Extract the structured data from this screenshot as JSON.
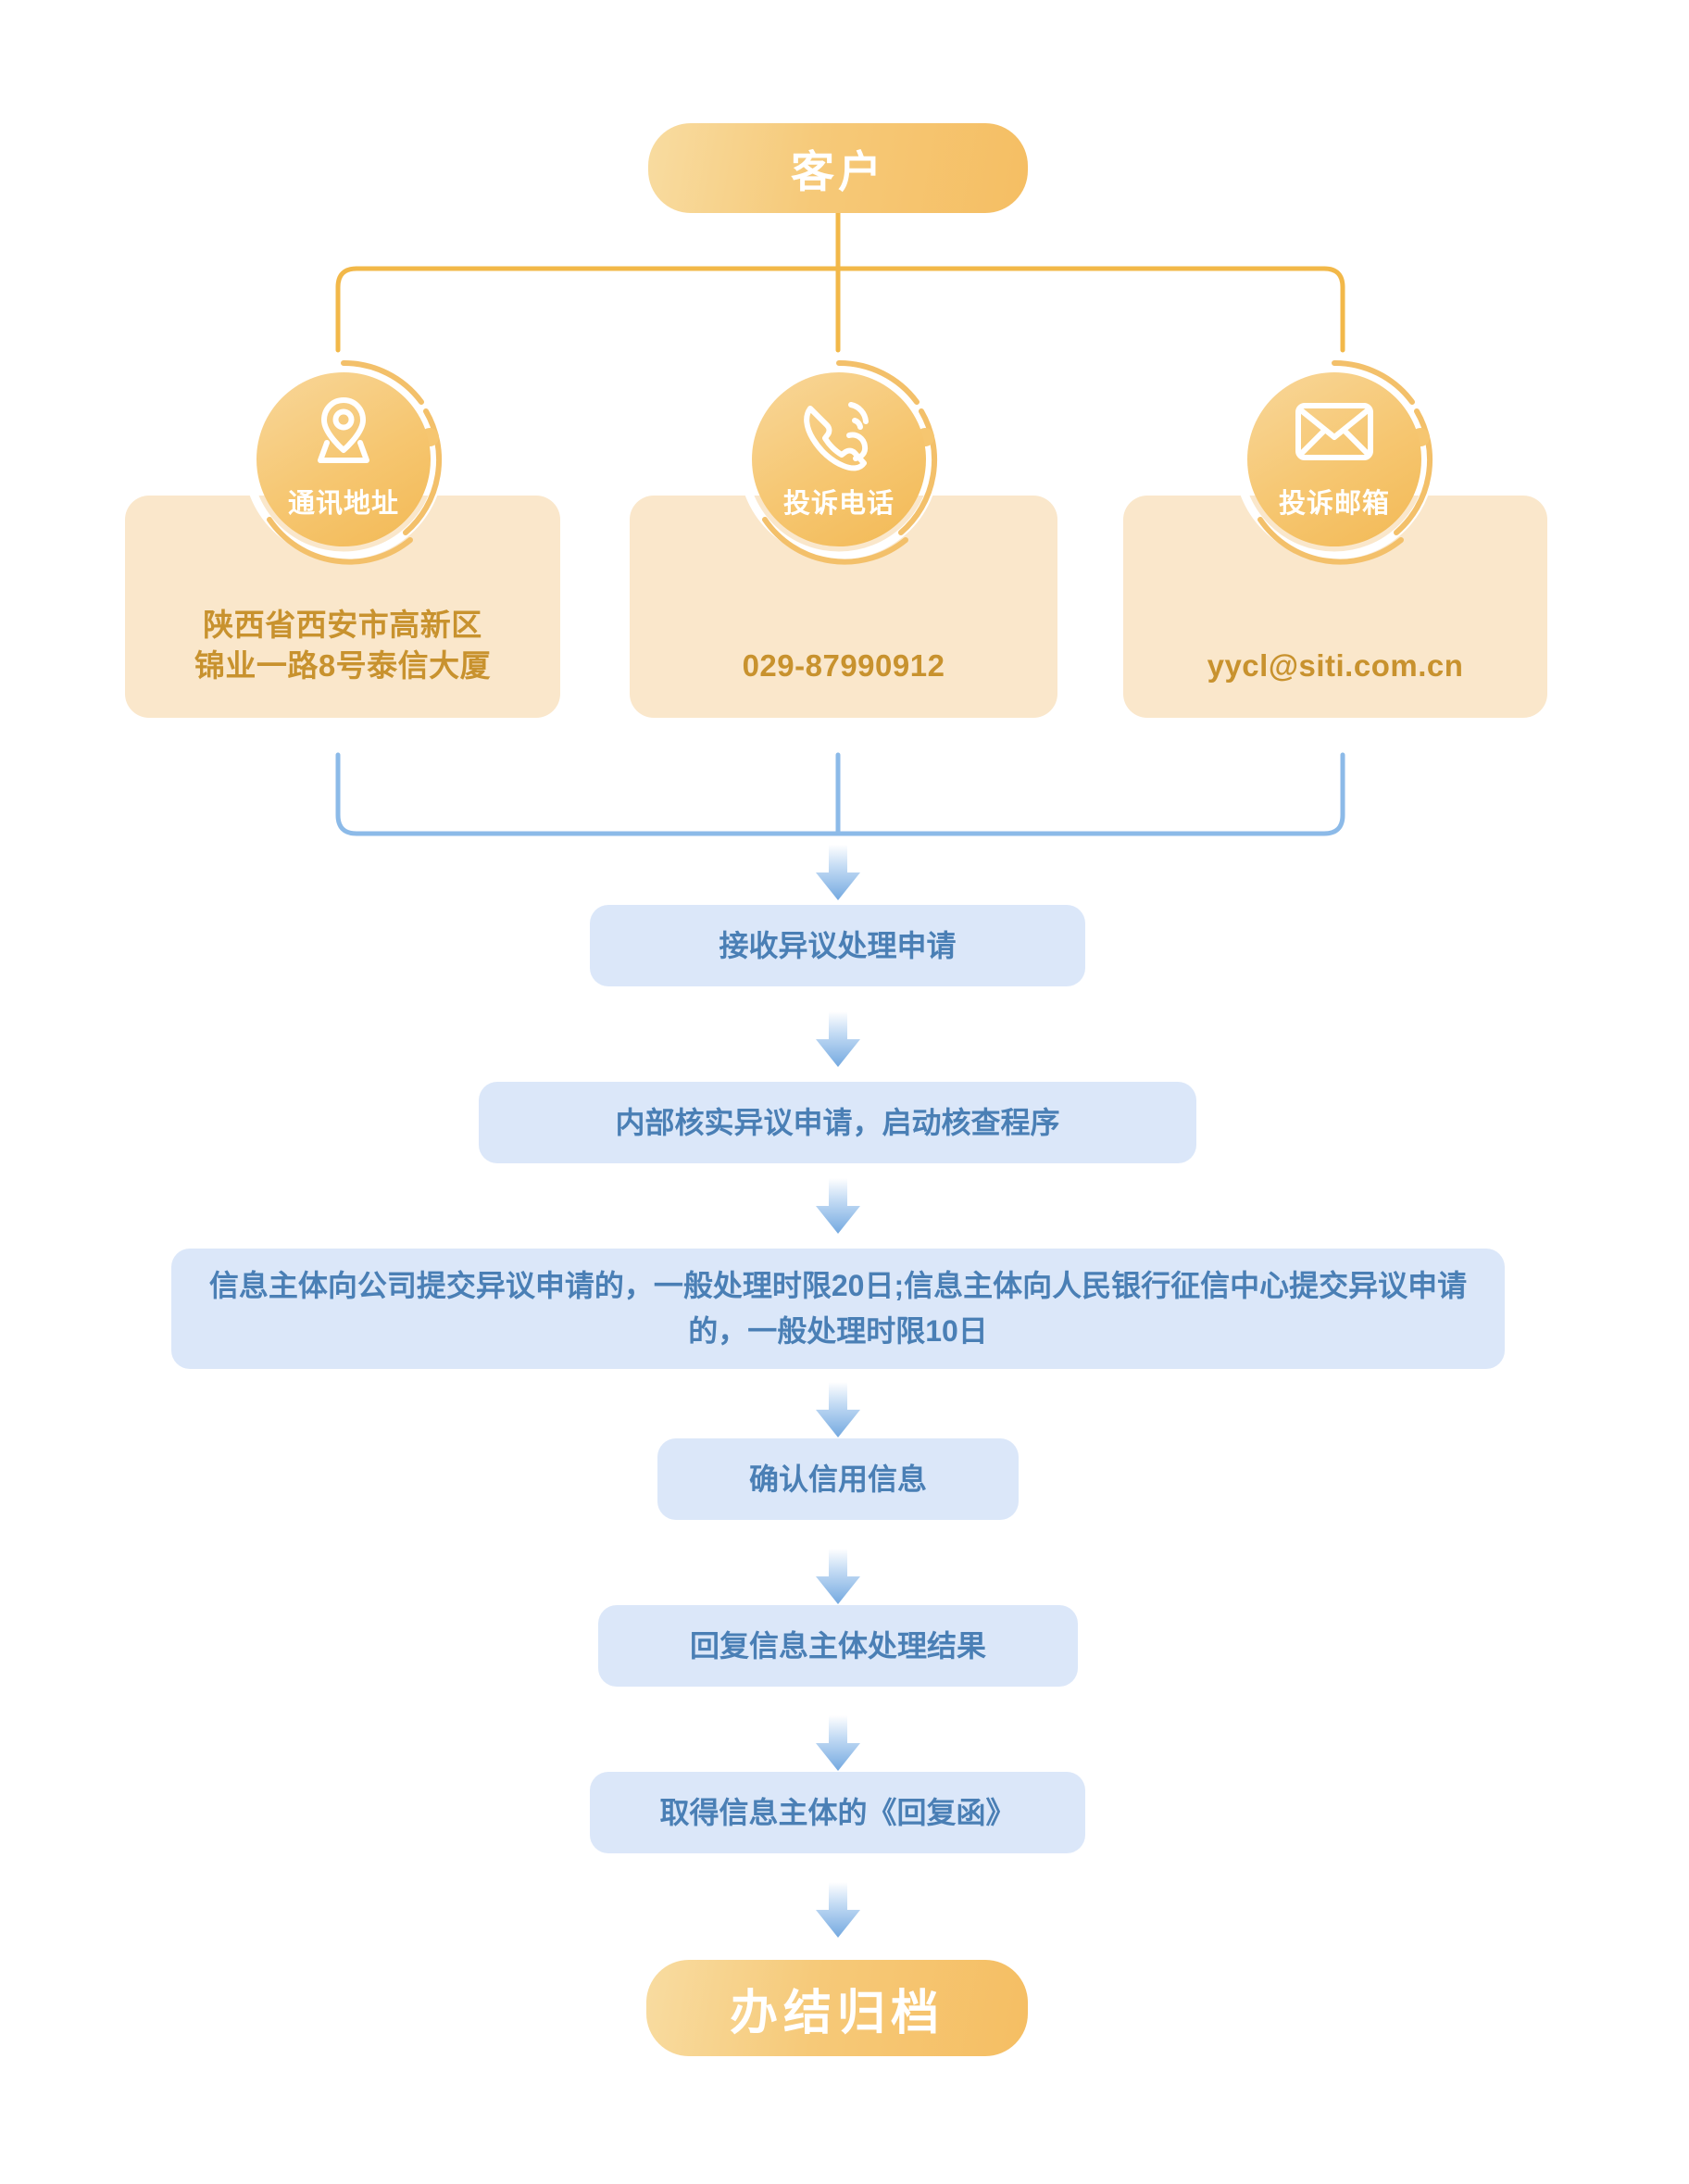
{
  "flow": {
    "start_node": {
      "label": "客户"
    },
    "end_node": {
      "label": "办结归档"
    },
    "channels": [
      {
        "icon": "location-pin-icon",
        "badge_label": "通讯地址",
        "value": "陕西省西安市高新区\n锦业一路8号泰信大厦"
      },
      {
        "icon": "phone-call-icon",
        "badge_label": "投诉电话",
        "value": "029-87990912"
      },
      {
        "icon": "envelope-icon",
        "badge_label": "投诉邮箱",
        "value": "yycl@siti.com.cn"
      }
    ],
    "steps": [
      {
        "label": "接收异议处理申请"
      },
      {
        "label": "内部核实异议申请，启动核查程序"
      },
      {
        "label": "信息主体向公司提交异议申请的，一般处理时限20日;信息主体向人民银行征信中心提交异议申请的，一般处理时限10日"
      },
      {
        "label": "确认信用信息"
      },
      {
        "label": "回复信息主体处理结果"
      },
      {
        "label": "取得信息主体的《回复函》"
      }
    ]
  },
  "colors": {
    "orange_pill_light": "#F8DCA1",
    "orange_pill_dark": "#F5BE63",
    "card_background": "#FAE7CB",
    "card_text": "#C8922E",
    "badge_fill": "#F6C670",
    "badge_ring": "#F3C06A",
    "process_box_background": "#DBE7F9",
    "process_box_text": "#4A7FB5",
    "connector_orange": "#F2B849",
    "connector_blue": "#8CBAE8",
    "arrow_blue": "#7FB1E4",
    "page_background": "#FFFFFF"
  }
}
